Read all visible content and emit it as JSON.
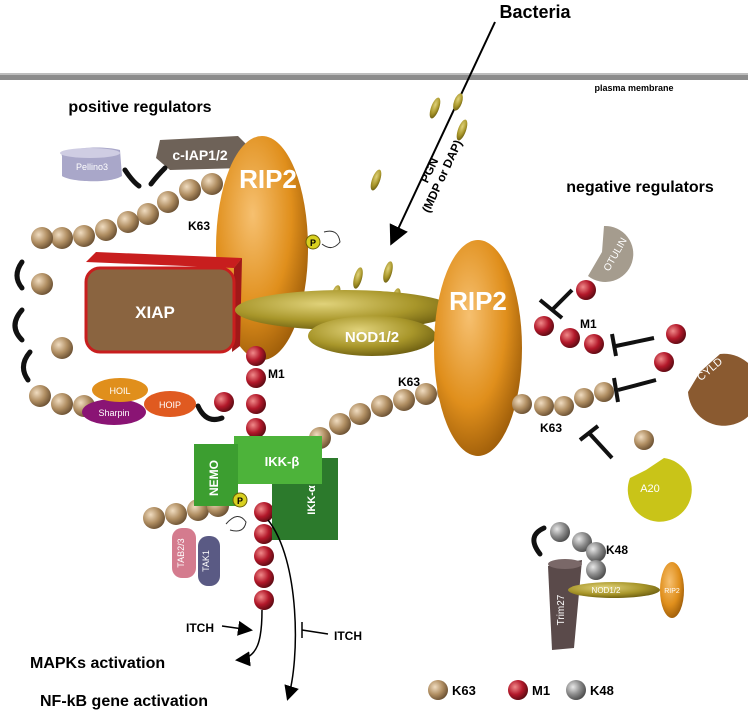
{
  "labels": {
    "bacteria": "Bacteria",
    "plasma_membrane": "plasma membrane",
    "positive_regulators": "positive regulators",
    "negative_regulators": "negative regulators",
    "pgn_line1": "PGN",
    "pgn_line2": "(MDP or DAP)",
    "k63_top": "K63",
    "k63_mid": "K63",
    "k63_neg": "K63",
    "m1_center": "M1",
    "m1_neg": "M1",
    "k48": "K48",
    "itch_left": "ITCH",
    "itch_right": "ITCH",
    "mapks": "MAPKs activation",
    "nfkb": "NF-kB gene activation",
    "phospho": "P"
  },
  "proteins": {
    "rip2_main": "RIP2",
    "rip2_right": "RIP2",
    "rip2_small": "RIP2",
    "nod12": "NOD1/2",
    "nod12_small": "NOD1/2",
    "xiap": "XIAP",
    "ciap": "c-IAP1/2",
    "pellino3": "Pellino3",
    "hoil": "HOIL",
    "hoip": "HOIP",
    "sharpin": "Sharpin",
    "nemo": "NEMO",
    "ikkb": "IKK-β",
    "ikka": "IKK-α",
    "tab23": "TAB2/3",
    "tak1": "TAK1",
    "otulin": "OTULIN",
    "cyld": "CYLD",
    "a20": "A20",
    "trim27": "Trim27"
  },
  "legend": [
    {
      "label": "K63",
      "color": "#b08e62"
    },
    {
      "label": "M1",
      "color": "#b3182a"
    },
    {
      "label": "K48",
      "color": "#8a8a8a"
    }
  ],
  "colors": {
    "k63": "#b08e62",
    "m1": "#b3182a",
    "k48": "#8a8a8a",
    "rip2": "#e08f1c",
    "nod": "#a8962a",
    "xiap": "#8a6440",
    "xiap_border": "#c81e1e",
    "nemo": "#4db33a",
    "ikk_dark": "#2c7a2c",
    "otulin": "#a59c8e",
    "cyld": "#8a5a30",
    "a20": "#c9c418"
  }
}
